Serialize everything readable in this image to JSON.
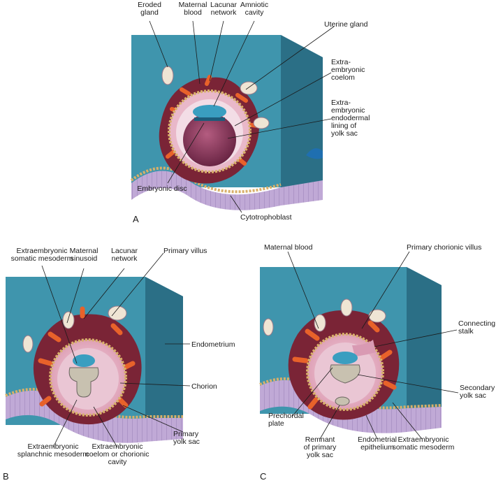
{
  "figure": {
    "colors": {
      "block_front": "#3f95ad",
      "block_top": "#8fc7d6",
      "block_side": "#2b6f86",
      "base_cells": "#b9a3cf",
      "trophoblast_dark": "#7a2436",
      "trophoblast_orange": "#e8622a",
      "cyto_beads": "#d8b06a",
      "cavity_pink": "#e9b8c9",
      "yolk_sac": "#8a3a5a",
      "amniotic_blue": "#3a9ec0",
      "gland_cream": "#efe5d4",
      "text": "#1a1a1a"
    },
    "panels": [
      {
        "letter": "A",
        "labels": [
          {
            "id": "eroded-gland",
            "lines": [
              "Eroded",
              "gland"
            ]
          },
          {
            "id": "maternal-blood",
            "lines": [
              "Maternal",
              "blood"
            ]
          },
          {
            "id": "lacunar-network",
            "lines": [
              "Lacunar",
              "network"
            ]
          },
          {
            "id": "amniotic-cavity",
            "lines": [
              "Amniotic",
              "cavity"
            ]
          },
          {
            "id": "uterine-gland",
            "lines": [
              "Uterine gland"
            ]
          },
          {
            "id": "extraembryonic-coelom",
            "lines": [
              "Extra-",
              "embryonic",
              "coelom"
            ]
          },
          {
            "id": "extraembryonic-endodermal-lining",
            "lines": [
              "Extra-",
              "embryonic",
              "endodermal",
              "lining of",
              "yolk sac"
            ]
          },
          {
            "id": "embryonic-disc",
            "lines": [
              "Embryonic disc"
            ]
          },
          {
            "id": "cytotrophoblast",
            "lines": [
              "Cytotrophoblast"
            ]
          }
        ]
      },
      {
        "letter": "B",
        "labels": [
          {
            "id": "extraembryonic-somatic-mesoderm",
            "lines": [
              "Extraembryonic",
              "somatic mesoderm"
            ]
          },
          {
            "id": "maternal-sinusoid",
            "lines": [
              "Maternal",
              "sinusoid"
            ]
          },
          {
            "id": "lacunar-network",
            "lines": [
              "Lacunar",
              "network"
            ]
          },
          {
            "id": "primary-villus",
            "lines": [
              "Primary villus"
            ]
          },
          {
            "id": "endometrium",
            "lines": [
              "Endometrium"
            ]
          },
          {
            "id": "chorion",
            "lines": [
              "Chorion"
            ]
          },
          {
            "id": "primary-yolk-sac",
            "lines": [
              "Primary",
              "yolk sac"
            ]
          },
          {
            "id": "extraembryonic-coelom-chorionic-cavity",
            "lines": [
              "Extraembryonic",
              "coelom or chorionic",
              "cavity"
            ]
          },
          {
            "id": "extraembryonic-splanchnic-mesoderm",
            "lines": [
              "Extraembryonic",
              "splanchnic mesoderm"
            ]
          }
        ]
      },
      {
        "letter": "C",
        "labels": [
          {
            "id": "maternal-blood",
            "lines": [
              "Maternal blood"
            ]
          },
          {
            "id": "primary-chorionic-villus",
            "lines": [
              "Primary chorionic villus"
            ]
          },
          {
            "id": "connecting-stalk",
            "lines": [
              "Connecting",
              "stalk"
            ]
          },
          {
            "id": "secondary-yolk-sac",
            "lines": [
              "Secondary",
              "yolk sac"
            ]
          },
          {
            "id": "prechordal-plate",
            "lines": [
              "Prechordal",
              "plate"
            ]
          },
          {
            "id": "remnant-primary-yolk-sac",
            "lines": [
              "Remnant",
              "of primary",
              "yolk sac"
            ]
          },
          {
            "id": "endometrial-epithelium",
            "lines": [
              "Endometrial",
              "epithelium"
            ]
          },
          {
            "id": "extraembryonic-somatic-mesoderm",
            "lines": [
              "Extraembryonic",
              "somatic mesoderm"
            ]
          }
        ]
      }
    ]
  }
}
